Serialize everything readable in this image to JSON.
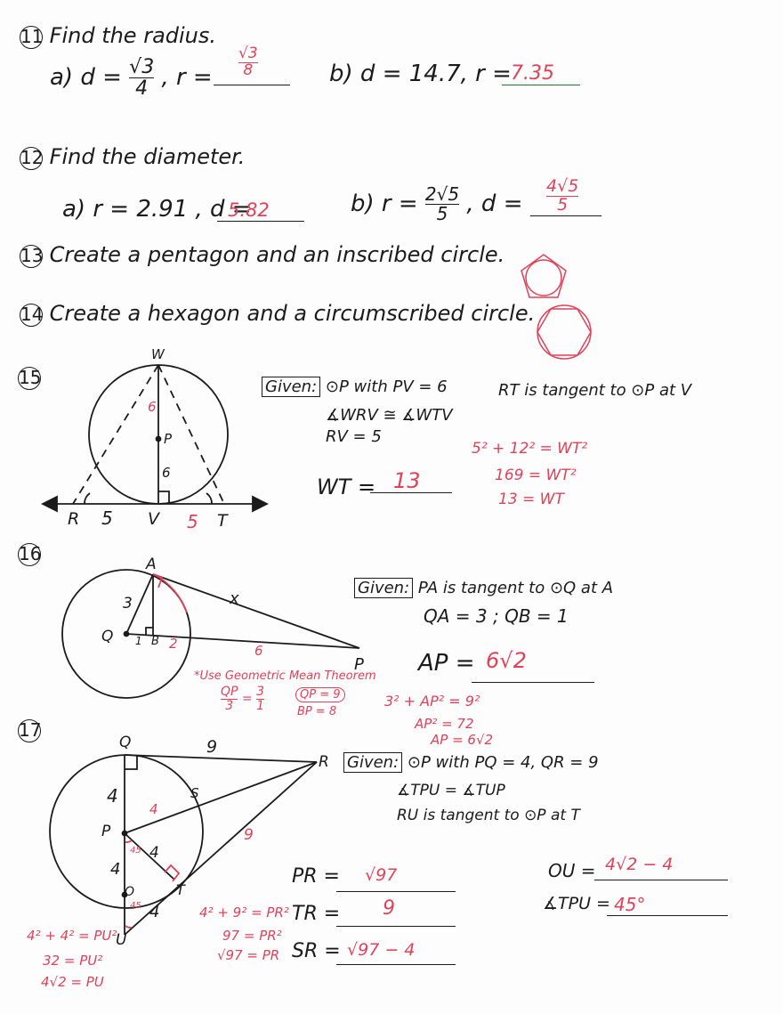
{
  "q11": {
    "number": "11",
    "prompt": "Find the radius.",
    "a_label": "a)",
    "a_d_prefix": "d =",
    "a_d_num": "√3",
    "a_d_den": "4",
    "a_r_label": ", r =",
    "a_r_num": "√3",
    "a_r_den": "8",
    "b_label": "b)",
    "b_d": "d = 14.7",
    "b_r_label": ", r =",
    "b_r_answer": "7.35"
  },
  "q12": {
    "number": "12",
    "prompt": "Find the diameter.",
    "a_text": "a) r = 2.91 , d =",
    "a_answer": "5.82",
    "b_label": "b) r =",
    "b_r_num": "2√5",
    "b_r_den": "5",
    "b_d_label": ", d =",
    "b_d_num": "4√5",
    "b_d_den": "5"
  },
  "q13": {
    "number": "13",
    "prompt": "Create a pentagon and an inscribed circle."
  },
  "q14": {
    "number": "14",
    "prompt": "Create a hexagon and a circumscribed circle."
  },
  "q15": {
    "number": "15",
    "given_label": "Given:",
    "given_line1": "⊙P with PV = 6",
    "given_line1b": "RT is tangent to ⊙P at V",
    "given_line2": "∡WRV ≅ ∡WTV",
    "given_line3": "RV = 5",
    "question": "WT =",
    "answer": "13",
    "work": [
      "5² + 12² = WT²",
      "169 = WT²",
      "13 = WT"
    ],
    "labels": {
      "W": "W",
      "P": "P",
      "R": "R",
      "V": "V",
      "T": "T",
      "rv": "5",
      "vt": "5",
      "pv": "6",
      "wp": "6"
    }
  },
  "q16": {
    "number": "16",
    "given_label": "Given:",
    "given_line1": "PA is tangent to ⊙Q at A",
    "given_line2": "QA = 3 ; QB = 1",
    "question": "AP =",
    "answer": "6√2",
    "note": "*Use Geometric Mean Theorem",
    "frac1_num": "QP",
    "frac1_den": "3",
    "eq": "=",
    "frac2_num": "3",
    "frac2_den": "1",
    "qp": "QP = 9",
    "bp": "BP = 8",
    "work": [
      "3² + AP² = 9²",
      "AP² = 72",
      "AP = 6√2"
    ],
    "labels": {
      "A": "A",
      "Q": "Q",
      "B": "B",
      "P": "P",
      "qa": "3",
      "qb": "1",
      "x": "x",
      "bp": "6",
      "two": "2"
    }
  },
  "q17": {
    "number": "17",
    "given_label": "Given:",
    "given_line1": "⊙P with PQ = 4, QR = 9",
    "given_line2": "∡TPU = ∡TUP",
    "given_line3": "RU is tangent to ⊙P at T",
    "pr_label": "PR =",
    "pr_answer": "√97",
    "tr_label": "TR =",
    "tr_answer": "9",
    "sr_label": "SR =",
    "sr_answer": "√97 − 4",
    "ou_label": "OU =",
    "ou_answer": "4√2 − 4",
    "tpu_label": "∡TPU =",
    "tpu_answer": "45°",
    "work_pu": [
      "4² + 4² = PU²",
      "32 = PU²",
      "4√2 = PU"
    ],
    "work_pr": [
      "4² + 9² = PR²",
      "97 = PR²",
      "√97 = PR"
    ],
    "labels": {
      "Q": "Q",
      "R": "R",
      "S": "S",
      "P": "P",
      "T": "T",
      "O": "O",
      "U": "U",
      "qr": "9",
      "pq": "4",
      "ps": "4",
      "pt": "4",
      "po": "4",
      "ot": "4",
      "rt": "9",
      "a45a": "45",
      "a45b": "45"
    }
  },
  "colors": {
    "ink": "#1b1b1b",
    "red": "#e0425a",
    "green": "#1e7a2a"
  }
}
